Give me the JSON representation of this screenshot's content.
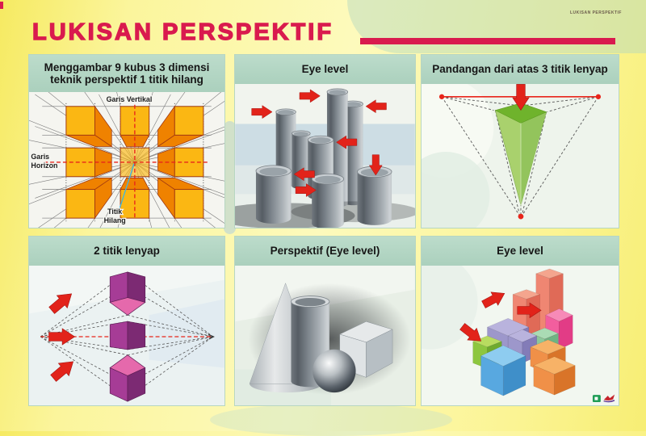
{
  "poster": {
    "title": "LUKISAN PERSPEKTIF",
    "corner_label": "LUKISAN PERSPEKTIF"
  },
  "panel1": {
    "title_line1": "Menggambar 9 kubus 3 dimensi",
    "title_line2": "teknik perspektif 1 titik hilang",
    "label_vertical": "Garis Vertikal",
    "label_horizon_l1": "Garis",
    "label_horizon_l2": "Horizon",
    "label_vanishing_l1": "Titik",
    "label_vanishing_l2": "Hilang"
  },
  "panel2": {
    "title": "Eye level"
  },
  "panel3": {
    "title": "Pandangan dari atas 3 titik lenyap"
  },
  "panel4": {
    "title": "2 titik lenyap"
  },
  "panel5": {
    "title": "Perspektif (Eye level)"
  },
  "panel6": {
    "title": "Eye level"
  },
  "colors": {
    "accent_red": "#d91a4e",
    "arrow_red": "#e2231a",
    "header_green": "#b3d5c4",
    "cube_orange_face": "#fbb713",
    "cube_orange_side": "#ef8200",
    "cube_purple_face": "#a63c96",
    "cube_purple_side": "#7c2a73",
    "cube_pink_face": "#e569ac",
    "pyramid_green_body": "#a9d16d",
    "pyramid_green_top": "#6fb32c",
    "background_yellow": "#fbf59c"
  }
}
